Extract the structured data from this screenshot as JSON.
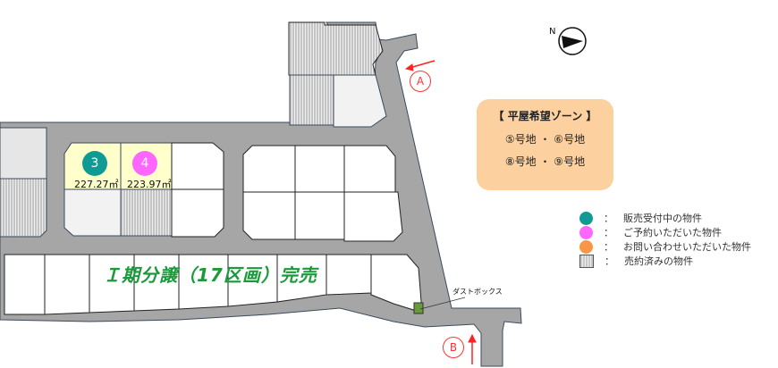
{
  "lots": [
    {
      "number": "3",
      "area": "227.27㎡",
      "status": "販売受付中の物件"
    },
    {
      "number": "4",
      "area": "223.97㎡",
      "status": "ご予約いただいた物件"
    }
  ],
  "zone": {
    "title": "【 平屋希望ゾーン 】",
    "row1": "⑤号地 ・ ⑥号地",
    "row2": "⑧号地 ・ ⑨号地"
  },
  "legend": {
    "colon": "：",
    "items": [
      {
        "label": "販売受付中の物件",
        "color": "#0f9a94"
      },
      {
        "label": "ご予約いただいた物件",
        "color": "#ff66ff"
      },
      {
        "label": "お問い合わせいただいた物件",
        "color": "#f79646"
      },
      {
        "label": "売約済みの物件",
        "color": "#cccccc"
      }
    ]
  },
  "phase1_sold": "Ｉ期分譲（17区画）完売",
  "dust_box": "ダストボックス",
  "entrances": {
    "a": "A",
    "b": "B"
  },
  "compass": "N",
  "colors": {
    "road": "#a6a6a6",
    "available_lot": "#ffffcc",
    "lot_outline": "#3b4a5e"
  }
}
